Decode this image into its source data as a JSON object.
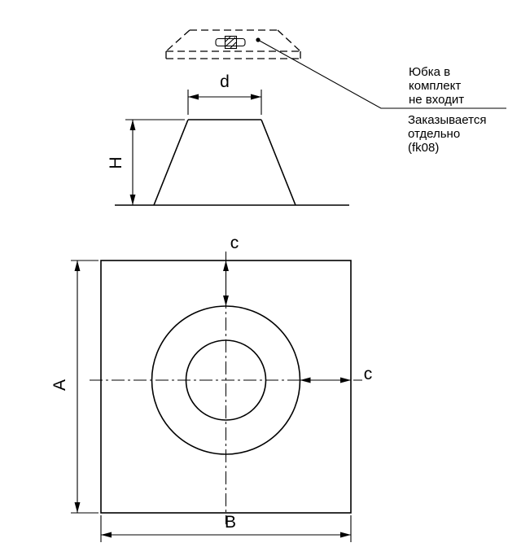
{
  "notes": {
    "skirt": {
      "line1": "Юбка в",
      "line2": "комплект",
      "line3": "не входит"
    },
    "order": {
      "line1": "Заказывается",
      "line2": "отдельно",
      "line3": "(fk08)"
    }
  },
  "dimensions": {
    "d": "d",
    "H": "H",
    "A": "A",
    "B": "B",
    "c_top": "c",
    "c_right": "c"
  },
  "colors": {
    "line": "#000000",
    "background": "#ffffff"
  }
}
